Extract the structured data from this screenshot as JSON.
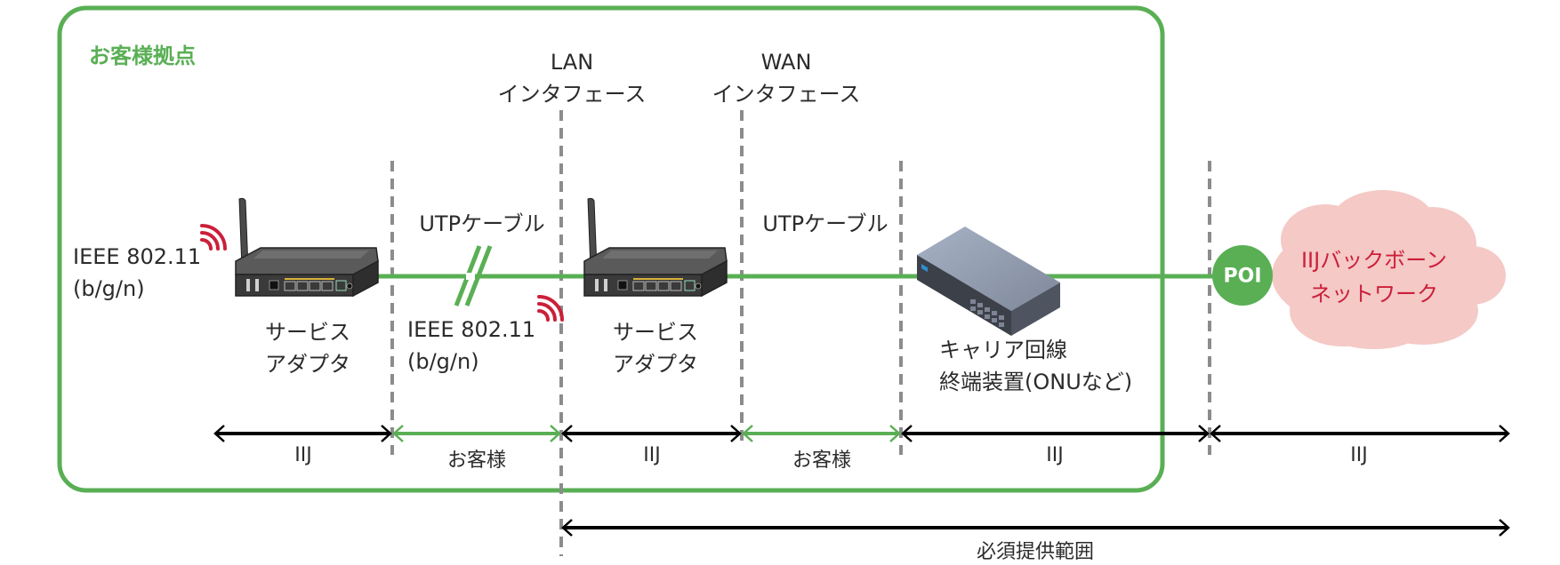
{
  "site_title": "お客様拠点",
  "colors": {
    "green": "#5aaf55",
    "divider": "#8c8c8c",
    "arrow_black": "#000000",
    "wifi_red": "#cc1f3a",
    "cloud_fill": "#f4c9c6",
    "cloud_text": "#cc1f3a",
    "text": "#2b2b2b"
  },
  "interfaces": {
    "lan": {
      "line1": "LAN",
      "line2": "インタフェース"
    },
    "wan": {
      "line1": "WAN",
      "line2": "インタフェース"
    }
  },
  "wifi_left": {
    "line1": "IEEE 802.11",
    "line2": "(b/g/n)",
    "icon": "wifi-signal-icon"
  },
  "wifi_mid": {
    "line1": "IEEE 802.11",
    "line2": "(b/g/n)",
    "icon": "wifi-signal-icon"
  },
  "cable_labels": [
    "UTPケーブル",
    "UTPケーブル"
  ],
  "devices": {
    "adapter1": {
      "line1": "サービス",
      "line2": "アダプタ",
      "icon": "router-icon"
    },
    "adapter2": {
      "line1": "サービス",
      "line2": "アダプタ",
      "icon": "router-icon"
    },
    "onu": {
      "line1": "キャリア回線",
      "line2": "終端装置(ONUなど)",
      "icon": "onu-switch-icon"
    }
  },
  "poi": {
    "label": "POI"
  },
  "backbone": {
    "line1": "IIJバックボーン",
    "line2": "ネットワーク",
    "icon": "cloud-icon"
  },
  "responsibility": [
    {
      "label": "IIJ",
      "owner": "iij"
    },
    {
      "label": "お客様",
      "owner": "customer"
    },
    {
      "label": "IIJ",
      "owner": "iij"
    },
    {
      "label": "お客様",
      "owner": "customer"
    },
    {
      "label": "IIJ",
      "owner": "iij"
    },
    {
      "label": "IIJ",
      "owner": "iij"
    }
  ],
  "required_scope": {
    "label": "必須提供範囲"
  }
}
